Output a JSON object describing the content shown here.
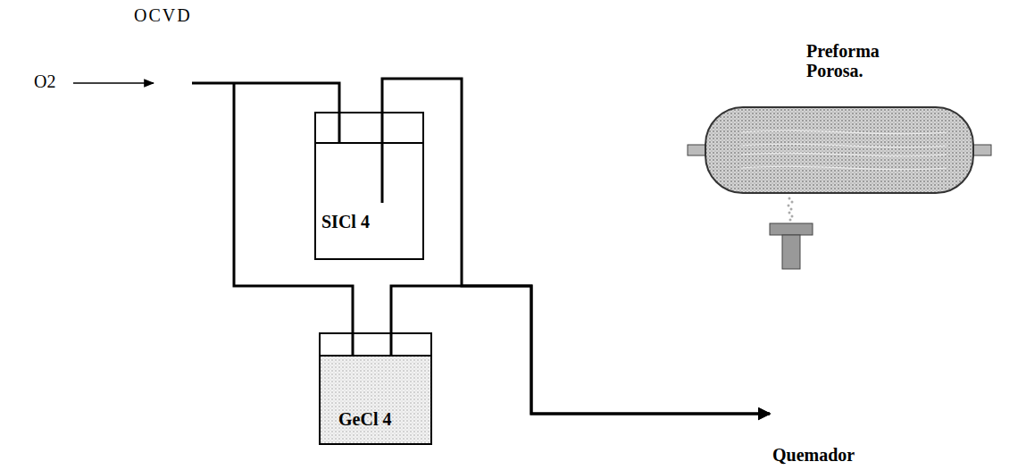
{
  "diagram": {
    "title": "OCVD",
    "nodes": [
      {
        "text": [
          "SICl 4"
        ]
      },
      {
        "text": [
          "GeCl 4"
        ]
      },
      {
        "text": [
          "Preforma Porosa."
        ]
      },
      {
        "text": [
          "Quemador"
        ]
      }
    ],
    "edges": [
      {
        "from": 0,
        "to": 3,
        "arrow": "to"
      },
      {
        "from": 1,
        "to": 3,
        "arrow": "to"
      }
    ],
    "labels": [
      "O2"
    ]
  }
}
